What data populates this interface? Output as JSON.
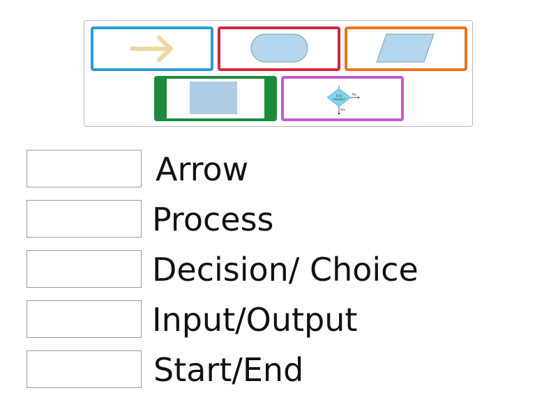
{
  "tiles": [
    {
      "id": "arrow",
      "shape": "arrow-icon",
      "border_color": "#2a9bd8",
      "fill_color": "#efd79f"
    },
    {
      "id": "start-end",
      "shape": "terminator-icon",
      "border_color": "#d3263f",
      "fill_color": "#b3d6ef"
    },
    {
      "id": "input-output",
      "shape": "parallelogram-icon",
      "border_color": "#e8741a",
      "fill_color": "#b3d6ef"
    },
    {
      "id": "process",
      "shape": "rectangle-icon",
      "border_color": "#1e8a3b",
      "fill_color": "#aecde4"
    },
    {
      "id": "decision",
      "shape": "decision-flowchart-icon",
      "border_color": "#c25ad0",
      "fill_color": "#7fd4ef"
    }
  ],
  "decision_diagram": {
    "question_line1": "Is it",
    "question_line2": "cloudy?",
    "no_label": "No",
    "yes_label": "Yes"
  },
  "targets": [
    {
      "label": "Arrow"
    },
    {
      "label": "Process"
    },
    {
      "label": "Decision/ Choice"
    },
    {
      "label": "Input/Output"
    },
    {
      "label": "Start/End"
    }
  ]
}
